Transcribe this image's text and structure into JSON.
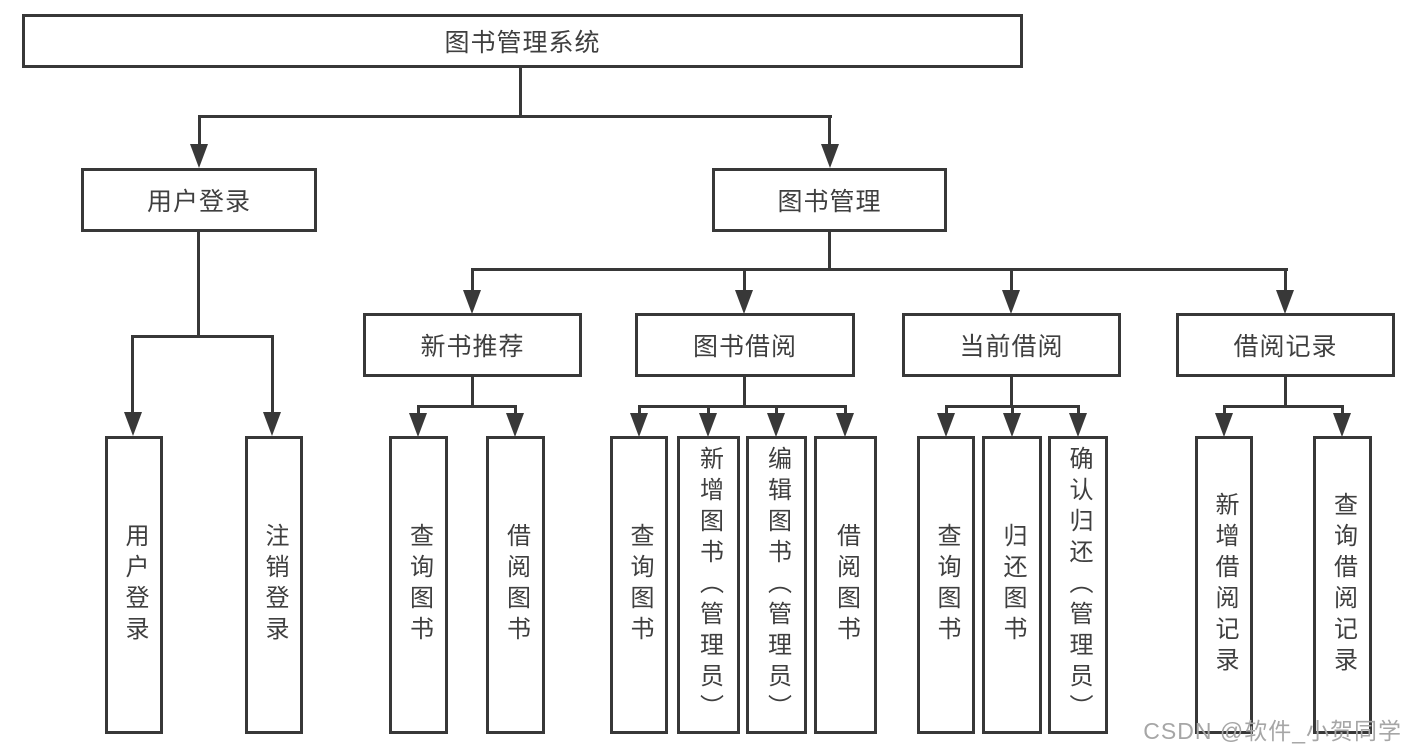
{
  "nodes": {
    "root": "图书管理系统",
    "user_login": "用户登录",
    "book_management": "图书管理",
    "login": "用户登录",
    "logout": "注销登录",
    "new_book_recommend": "新书推荐",
    "book_borrow": "图书借阅",
    "current_borrow": "当前借阅",
    "borrow_records": "借阅记录",
    "nb_query_book": "查询图书",
    "nb_borrow_book": "借阅图书",
    "bb_query_book": "查询图书",
    "bb_add_book_admin": "新增图书（管理员）",
    "bb_edit_book_admin": "编辑图书（管理员）",
    "bb_borrow_book": "借阅图书",
    "cb_query_book": "查询图书",
    "cb_return_book": "归还图书",
    "cb_confirm_return_admin": "确认归还（管理员）",
    "br_add_record": "新增借阅记录",
    "br_query_record": "查询借阅记录"
  },
  "watermark": "CSDN @软件_小贺同学",
  "colors": {
    "line": "#383838",
    "text": "#3f3f3f",
    "watermark": "#a6a6a6",
    "background": "#ffffff"
  }
}
